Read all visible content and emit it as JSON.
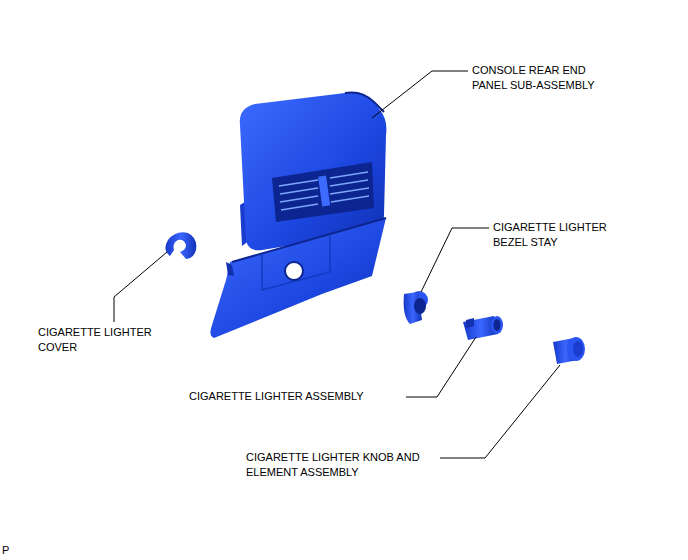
{
  "diagram": {
    "labels": [
      "CONSOLE REAR END PANEL SUB-ASSEMBLY",
      "CIGARETTE LIGHTER BEZEL STAY",
      "CIGARETTE LIGHTER COVER",
      "CIGARETTE LIGHTER ASSEMBLY",
      "CIGARETTE LIGHTER KNOB AND ELEMENT ASSEMBLY",
      "P"
    ]
  }
}
